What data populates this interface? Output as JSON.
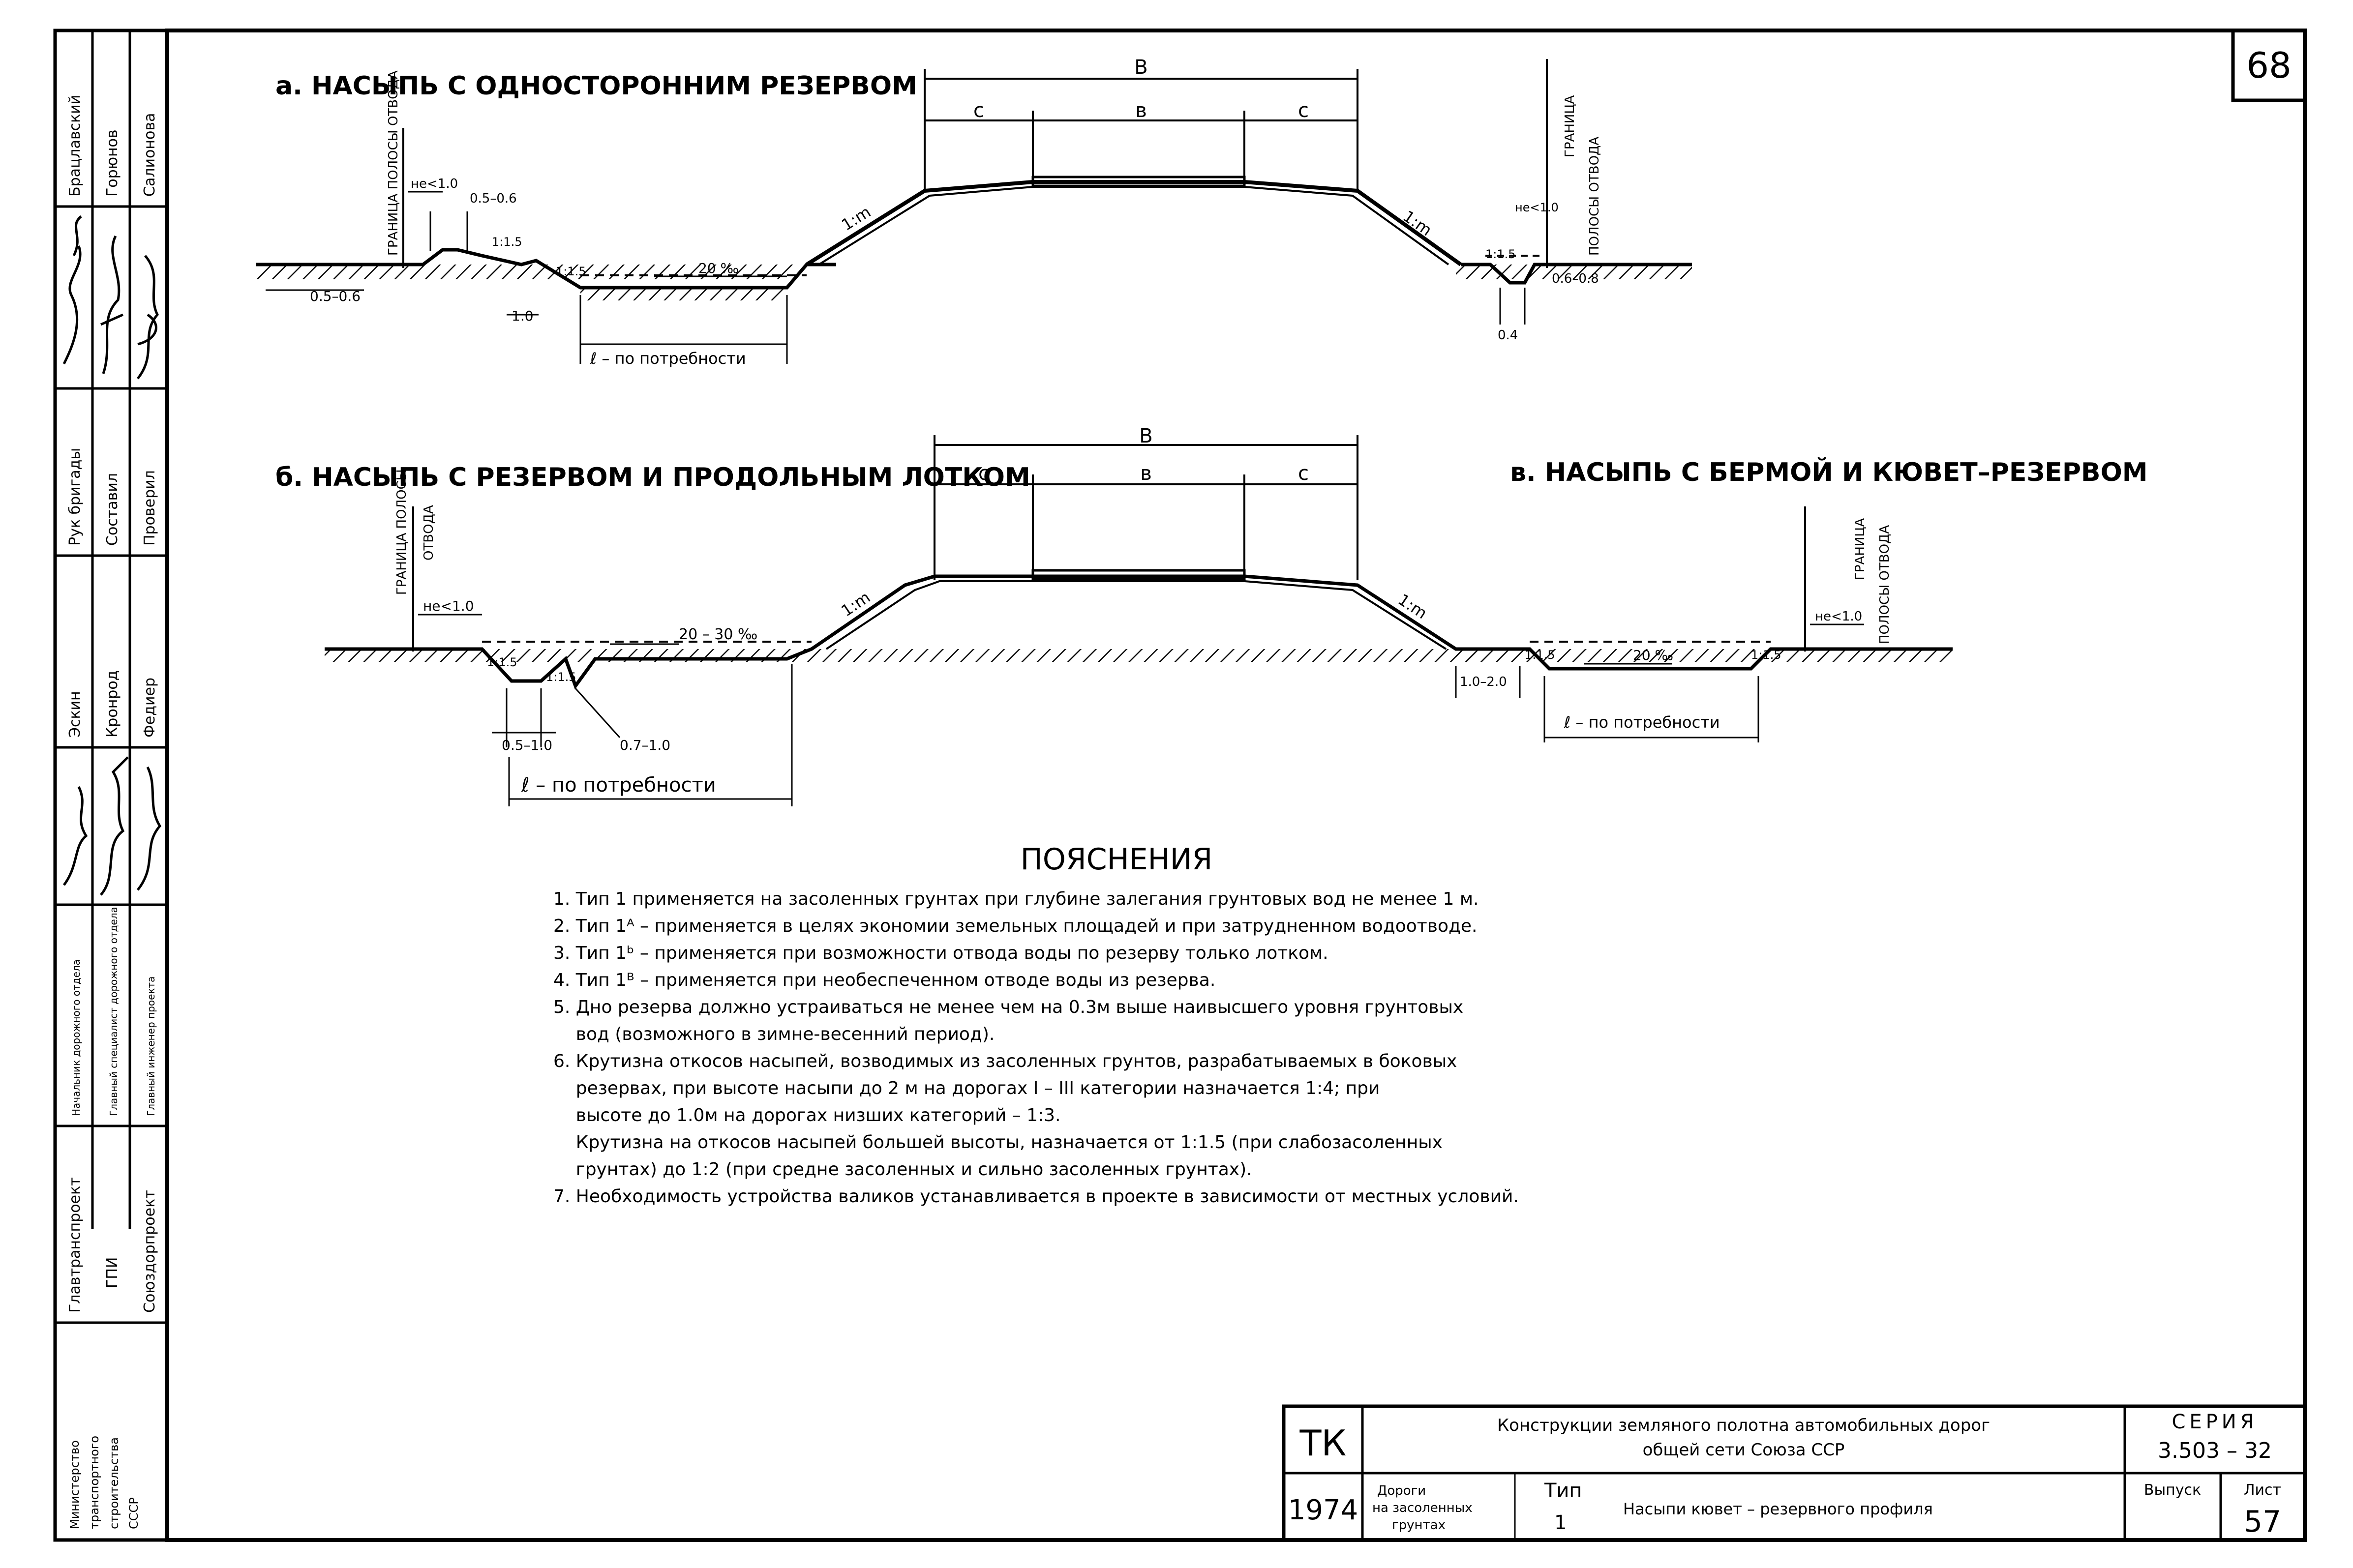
{
  "sheet_number": "68",
  "sections": {
    "a": {
      "title": "а. НАСЫПЬ С ОДНОСТОРОННИМ РЕЗЕРВОМ",
      "labels": {
        "B_total": "В",
        "c_left": "с",
        "b_mid": "в",
        "c_right": "с",
        "slope_left": "1:m",
        "slope_right": "1:m",
        "boundary_left": "ГРАНИЦА ПОЛОСЫ ОТВОДА",
        "boundary_right_1": "ГРАНИЦА",
        "boundary_right_2": "ПОЛОСЫ ОТВОДА",
        "ne_1_0": "не<1.0",
        "d_05_06_top": "0.5–0.6",
        "slope_15_a": "1:1.5",
        "slope_15_b": "1:1.5",
        "grad": "20 ‰",
        "d_05_06_low": "0.5–0.6",
        "d_10": "1.0",
        "l_need": "ℓ – по потребности",
        "ne_right": "не<1.0",
        "slope_15_right": "1:1.5",
        "d_06_08": "0.6–0.8",
        "d_04": "0.4"
      }
    },
    "b": {
      "title": "б. НАСЫПЬ С РЕЗЕРВОМ И ПРОДОЛЬНЫМ ЛОТКОМ",
      "labels": {
        "B_total": "В",
        "c_left": "с",
        "b_mid": "в",
        "c_right": "с",
        "slope_left": "1:m",
        "slope_right": "1:m",
        "boundary_1": "ГРАНИЦА ПОЛОСЫ",
        "boundary_2": "ОТВОДА",
        "ne_1_0": "не<1.0",
        "slope_15_a": "1:1.5",
        "slope_15_b": "1:1.5",
        "grad": "20 – 30 ‰",
        "d_05_10": "0.5–1.0",
        "d_07_10": "0.7–1.0",
        "l_need": "ℓ – по потребности"
      }
    },
    "c": {
      "title": "в. НАСЫПЬ С БЕРМОЙ И КЮВЕТ–РЕЗЕРВОМ",
      "labels": {
        "boundary_1": "ГРАНИЦА",
        "boundary_2": "ПОЛОСЫ ОТВОДА",
        "ne_1_0": "не<1.0",
        "slope_15_a": "1:1.5",
        "slope_15_b": "1:1.5",
        "grad": "20 ‰",
        "d_10_20": "1.0–2.0",
        "l_need": "ℓ – по потребности"
      }
    }
  },
  "notes": {
    "heading": "ПОЯСНЕНИЯ",
    "lines": [
      "1. Тип 1 применяется на засоленных грунтах при глубине залегания грунтовых вод не менее 1 м.",
      "2. Тип 1ᴬ – применяется в целях экономии земельных площадей и при затрудненном водоотводе.",
      "3. Тип 1ᵇ – применяется при возможности отвода воды по резерву только лотком.",
      "4. Тип 1ᴮ – применяется при необеспеченном отводе воды из резерва.",
      "5. Дно резерва должно устраиваться не менее чем на 0.3м выше наивысшего уровня грунтовых",
      "    вод (возможного в зимне-весенний период).",
      "6. Крутизна откосов насыпей, возводимых из засоленных грунтов, разрабатываемых в боковых",
      "    резервах, при высоте насыпи до 2 м на дорогах I – III категории назначается 1:4; при",
      "    высоте до 1.0м на дорогах низших категорий – 1:3.",
      "    Крутизна на откосов насыпей большей высоты, назначается от 1:1.5 (при слабозасоленных",
      "    грунтах) до 1:2 (при средне засоленных и сильно засоленных грунтах).",
      "7. Необходимость устройства валиков устанавливается в проекте в зависимости от местных условий."
    ]
  },
  "side_stamp": {
    "col1": [
      "Брацлавский",
      "Горюнов",
      "Салионова"
    ],
    "col2": [
      "Рук бригады",
      "Составил",
      "Проверил"
    ],
    "col3": [
      "Эскин",
      "Кронрод",
      "Федиер"
    ],
    "col4": [
      "Начальник дорожного отдела",
      "Главный специалист дорожного отдела",
      "Главный инженер проекта"
    ],
    "org": [
      "Главтранспроект",
      "ГПИ",
      "Союздорпроект"
    ],
    "ministry": [
      "Министерство",
      "транспортного",
      "строительства",
      "СССР"
    ]
  },
  "title_block": {
    "code": "ТК",
    "year": "1974",
    "title_line1": "Конструкции земляного полотна автомобильных дорог",
    "title_line2": "общей сети Союза ССР",
    "seriya_label": "СЕРИЯ",
    "seriya_value": "3.503 – 32",
    "roads_1": "Дороги",
    "roads_2": "на засоленных",
    "roads_3": "грунтах",
    "type_label": "Тип",
    "type_value": "1",
    "sheet_title": "Насыпи кювет – резервного профиля",
    "vypusk_label": "Выпуск",
    "list_label": "Лист",
    "list_value": "57"
  }
}
